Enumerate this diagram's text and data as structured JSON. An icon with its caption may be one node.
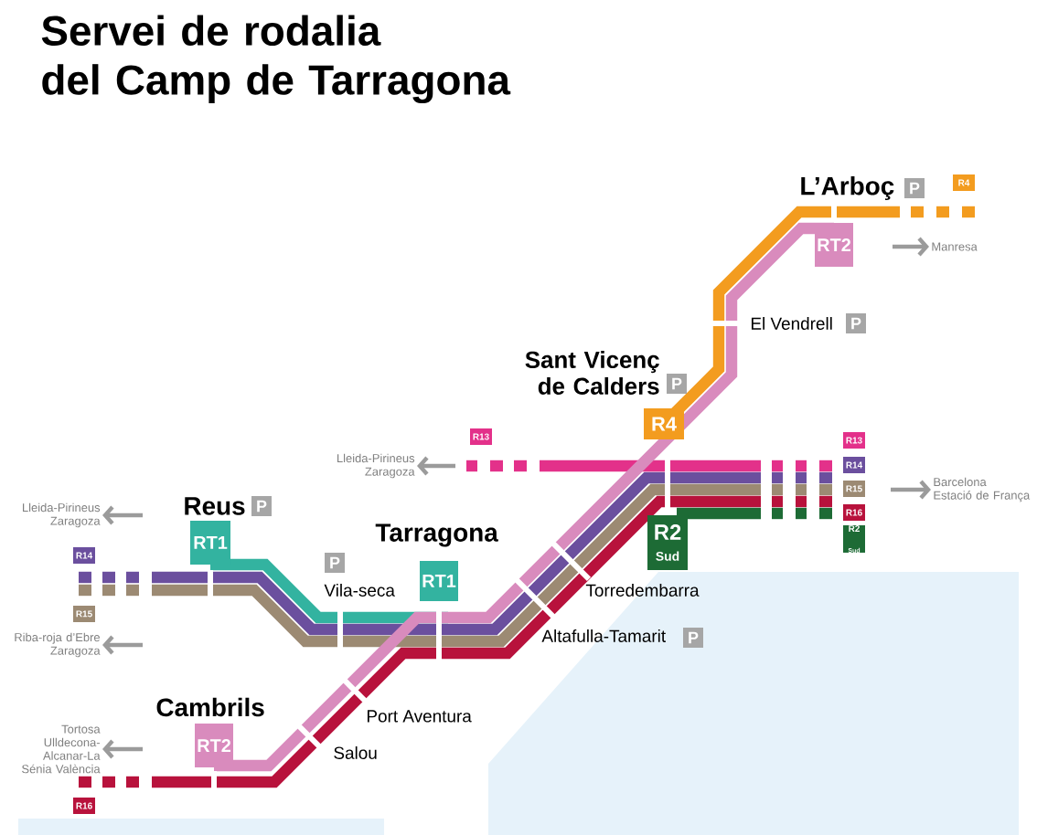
{
  "diagram": {
    "title": "Servei de rodalia del Camp de Tarragona",
    "nodes": [
      {
        "text": [
          "R4"
        ]
      },
      {
        "text": [
          "P"
        ]
      },
      {
        "text": [
          "RT2"
        ]
      },
      {
        "text": [
          "Manresa"
        ]
      },
      {
        "text": [
          "P"
        ]
      },
      {
        "text": [
          "P"
        ]
      },
      {
        "text": [
          "R4"
        ]
      },
      {
        "text": [
          "R13"
        ]
      },
      {
        "text": [
          "Lleida-Pirineus Zaragoza"
        ]
      },
      {
        "text": [
          "R13"
        ]
      },
      {
        "text": [
          "R14"
        ]
      },
      {
        "text": [
          "R15"
        ]
      },
      {
        "text": [
          "R16"
        ]
      },
      {
        "text": [
          "R2",
          "Sud"
        ]
      },
      {
        "text": [
          "Barcelona Estació de França"
        ]
      },
      {
        "text": [
          "R2",
          "Sud"
        ]
      },
      {
        "text": [
          "P"
        ]
      },
      {
        "text": [
          "RT1"
        ]
      },
      {
        "text": [
          "Lleida-Pirineus Zaragoza"
        ]
      },
      {
        "text": [
          "R14"
        ]
      },
      {
        "text": [
          "P"
        ]
      },
      {
        "text": [
          "RT1"
        ]
      },
      {
        "text": [
          "R15"
        ]
      },
      {
        "text": [
          "Riba-roja d’Ebre Zaragoza"
        ]
      },
      {
        "text": [
          "P"
        ]
      },
      {
        "text": [
          "RT2"
        ]
      },
      {
        "text": [
          "Tortosa Ulldecona-Alcanar-La Sénia València"
        ]
      },
      {
        "text": [
          "R16"
        ]
      }
    ],
    "edges": [
      {
        "from": null,
        "to": 3,
        "arrow": "to"
      },
      {
        "from": null,
        "to": 8,
        "arrow": "to"
      },
      {
        "from": null,
        "to": 14,
        "arrow": "to"
      },
      {
        "from": null,
        "to": 18,
        "arrow": "to"
      },
      {
        "from": null,
        "to": 23,
        "arrow": "to"
      },
      {
        "from": null,
        "to": 26,
        "arrow": "to"
      }
    ],
    "labels": [
      "L’Arboç",
      "El Vendrell",
      "Sant Vicenç de Calders",
      "Reus",
      "Tarragona",
      "Vila-seca",
      "Torredembarra",
      "Altafulla-Tamarit",
      "Cambrils",
      "Port Aventura",
      "Salou"
    ]
  }
}
